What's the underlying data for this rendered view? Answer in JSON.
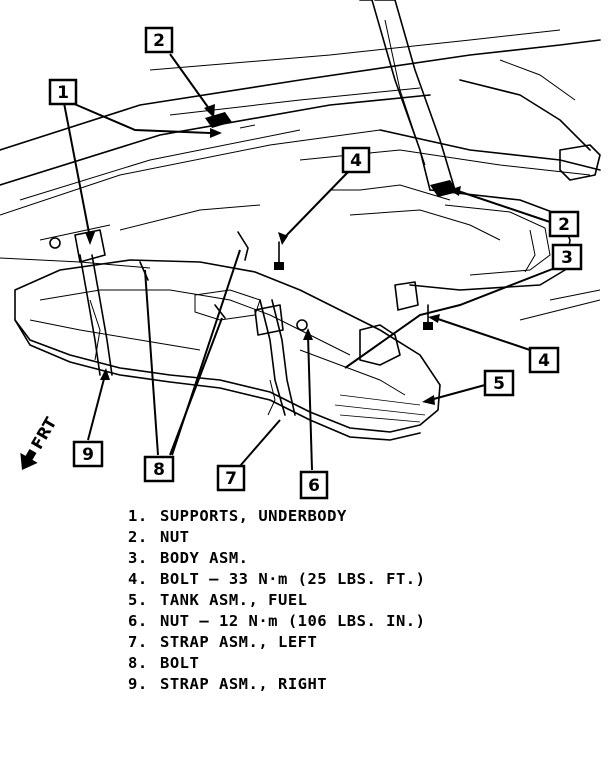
{
  "diagram": {
    "forward_label": "FRT",
    "callouts": [
      {
        "id": "c1",
        "num": "1"
      },
      {
        "id": "c2a",
        "num": "2"
      },
      {
        "id": "c2b",
        "num": "2"
      },
      {
        "id": "c3",
        "num": "3"
      },
      {
        "id": "c4a",
        "num": "4"
      },
      {
        "id": "c4b",
        "num": "4"
      },
      {
        "id": "c5",
        "num": "5"
      },
      {
        "id": "c6",
        "num": "6"
      },
      {
        "id": "c7",
        "num": "7"
      },
      {
        "id": "c8",
        "num": "8"
      },
      {
        "id": "c9",
        "num": "9"
      }
    ]
  },
  "legend": [
    {
      "num": "1.",
      "text": "SUPPORTS, UNDERBODY"
    },
    {
      "num": "2.",
      "text": "NUT"
    },
    {
      "num": "3.",
      "text": "BODY ASM."
    },
    {
      "num": "4.",
      "text": "BOLT – 33 N·m (25 LBS. FT.)"
    },
    {
      "num": "5.",
      "text": "TANK ASM., FUEL"
    },
    {
      "num": "6.",
      "text": "NUT – 12 N·m (106 LBS. IN.)"
    },
    {
      "num": "7.",
      "text": "STRAP ASM., LEFT"
    },
    {
      "num": "8.",
      "text": "BOLT"
    },
    {
      "num": "9.",
      "text": "STRAP ASM., RIGHT"
    }
  ]
}
